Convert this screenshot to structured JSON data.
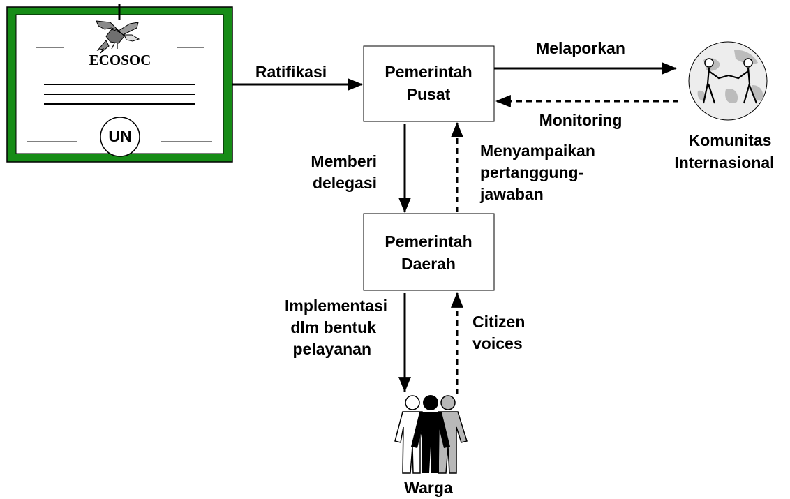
{
  "certificate": {
    "org_label": "ECOSOC",
    "seal_label": "UN",
    "frame_color": "#168c16",
    "icon": "eagle-icon"
  },
  "nodes": {
    "central": {
      "line1": "Pemerintah",
      "line2": "Pusat"
    },
    "regional": {
      "line1": "Pemerintah",
      "line2": "Daerah"
    },
    "international": {
      "line1": "Komunitas",
      "line2": "Internasional",
      "icon": "globe-handshake-icon"
    },
    "citizens": {
      "label": "Warga",
      "icon": "people-group-icon"
    }
  },
  "edges": {
    "ratify": "Ratifikasi",
    "report": "Melaporkan",
    "monitor": "Monitoring",
    "delegate": {
      "line1": "Memberi",
      "line2": "delegasi"
    },
    "accountability": {
      "line1": "Menyampaikan",
      "line2": "pertanggung-",
      "line3": "jawaban"
    },
    "implement": {
      "line1": "Implementasi",
      "line2": "dlm bentuk",
      "line3": "pelayanan"
    },
    "voices": {
      "line1": "Citizen",
      "line2": "voices"
    }
  }
}
